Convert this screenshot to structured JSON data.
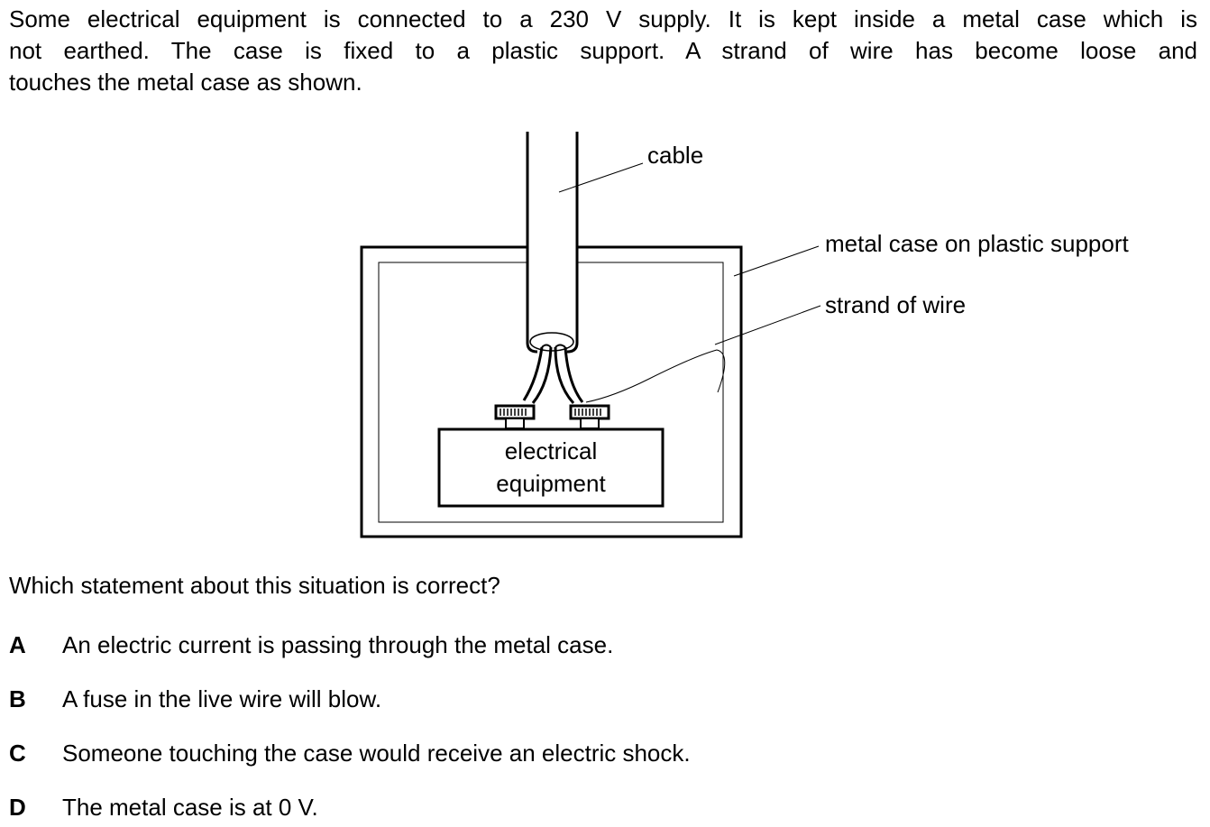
{
  "intro": {
    "line1": "Some electrical equipment is connected to a 230 V supply. It is kept inside a metal case which is",
    "line2": "not earthed. The case is fixed to a plastic support. A strand of wire has become loose and",
    "line3": "touches the metal case as shown."
  },
  "diagram": {
    "labels": {
      "cable": "cable",
      "metal_case": "metal case on plastic support",
      "strand": "strand of wire",
      "equipment_line1": "electrical",
      "equipment_line2": "equipment"
    }
  },
  "question": "Which statement about this situation is correct?",
  "options": [
    {
      "letter": "A",
      "text": "An electric current is passing through the metal case."
    },
    {
      "letter": "B",
      "text": "A fuse in the live wire will blow."
    },
    {
      "letter": "C",
      "text": "Someone touching the case would receive an electric shock."
    },
    {
      "letter": "D",
      "text": "The metal case is at 0 V."
    }
  ]
}
